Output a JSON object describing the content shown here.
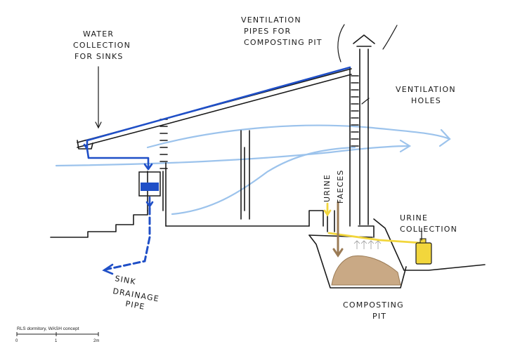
{
  "labels": {
    "water_collection": [
      "WATER",
      "COLLECTION",
      "FOR SINKS"
    ],
    "ventilation_pipes": [
      "VENTILATION",
      "PIPES FOR",
      "COMPOSTING PIT"
    ],
    "ventilation_holes": [
      "VENTILATION",
      "HOLES"
    ],
    "urine": "URINE",
    "faeces": "FAECES",
    "urine_collection": [
      "URINE",
      "COLLECTION"
    ],
    "sink_drainage": [
      "SINK",
      "DRAINAGE",
      "PIPE"
    ],
    "composting_pit": [
      "COMPOSTING",
      "PIT"
    ]
  },
  "caption": "RLS dormitory, WASH concept",
  "scale_bar": {
    "ticks": [
      "0",
      "1",
      "2m"
    ]
  },
  "colors": {
    "ink": "#1a1a1a",
    "water_blue": "#1f4fc7",
    "air_blue": "#9cc3ec",
    "urine_yellow": "#f2d63c",
    "faeces_brown": "#9b7b55",
    "compost": "#c9a985"
  }
}
